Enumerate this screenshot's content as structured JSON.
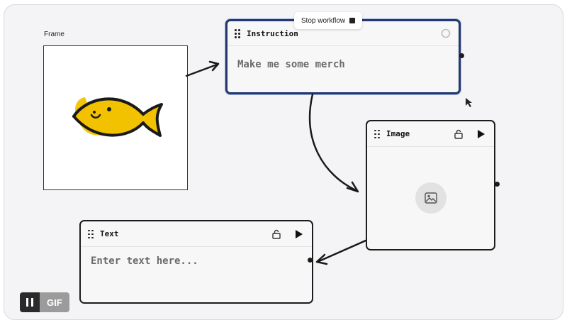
{
  "frame": {
    "label": "Frame"
  },
  "toolbar": {
    "stop_workflow_label": "Stop workflow"
  },
  "instruction_card": {
    "title": "Instruction",
    "value": "Make me some merch"
  },
  "image_card": {
    "title": "Image"
  },
  "text_card": {
    "title": "Text",
    "placeholder": "Enter text here..."
  },
  "player": {
    "badge_label": "GIF"
  },
  "colors": {
    "fish_fill": "#f2c200",
    "selected_border": "#24386e",
    "canvas_bg": "#f4f4f6"
  }
}
